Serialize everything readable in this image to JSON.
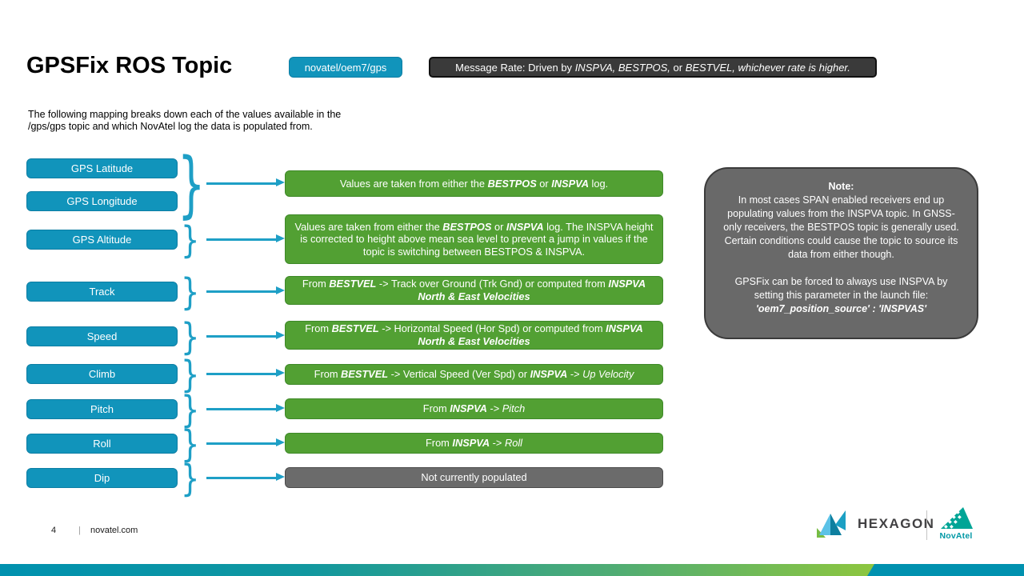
{
  "colors": {
    "teal": "#1194BB",
    "teal_border": "#0D7EA4",
    "accent": "#1E9FC6",
    "green": "#52A033",
    "green_border": "#3E8928",
    "gray": "#6B6B6B",
    "note_bg": "#696969",
    "note_border": "#3B3B3B",
    "badge_dark": "#3A3A3A",
    "bar_teal": "#0091AF",
    "bar_green": "#8DC63F",
    "hexagon_text": "#414042",
    "novatel_teal": "#0098A5"
  },
  "icons": {
    "brace": "}"
  },
  "header": {
    "title": "GPSFix ROS Topic",
    "topic_badge": "novatel/oem7/gps",
    "rate_badge": [
      {
        "t": "Message Rate: Driven by "
      },
      {
        "t": "INSPVA, BESTPOS,",
        "i": true
      },
      {
        "t": " or "
      },
      {
        "t": "BESTVEL,",
        "i": true
      },
      {
        "t": " "
      },
      {
        "t": "whichever rate is higher.",
        "i": true
      }
    ]
  },
  "intro": "The following mapping breaks down each of the values available in the /gps/gps topic and which NovAtel log the data is populated from.",
  "buttons": [
    "GPS Latitude",
    "GPS Longitude",
    "GPS Altitude",
    "Track",
    "Speed",
    "Climb",
    "Pitch",
    "Roll",
    "Dip"
  ],
  "boxes": [
    {
      "style": "green",
      "rich": [
        {
          "t": "Values are taken from either the "
        },
        {
          "t": "BESTPOS",
          "bi": true
        },
        {
          "t": " or "
        },
        {
          "t": "INSPVA",
          "bi": true
        },
        {
          "t": " log."
        }
      ]
    },
    {
      "style": "green",
      "rich": [
        {
          "t": "Values are taken from either the "
        },
        {
          "t": "BESTPOS",
          "bi": true
        },
        {
          "t": " or "
        },
        {
          "t": "INSPVA",
          "bi": true
        },
        {
          "t": " log. The INSPVA height is corrected to height above mean sea level to prevent a jump in values if the topic is switching between BESTPOS & INSPVA."
        }
      ]
    },
    {
      "style": "green",
      "rich": [
        {
          "t": "From "
        },
        {
          "t": "BESTVEL",
          "bi": true
        },
        {
          "t": " -> Track over Ground (Trk Gnd) or computed from "
        },
        {
          "t": "INSPVA North & East Velocities",
          "bi": true
        }
      ]
    },
    {
      "style": "green",
      "rich": [
        {
          "t": "From "
        },
        {
          "t": "BESTVEL",
          "bi": true
        },
        {
          "t": " -> Horizontal Speed (Hor Spd) or computed from "
        },
        {
          "t": "INSPVA North & East Velocities",
          "bi": true
        }
      ]
    },
    {
      "style": "green",
      "rich": [
        {
          "t": "From "
        },
        {
          "t": "BESTVEL",
          "bi": true
        },
        {
          "t": " -> Vertical Speed (Ver Spd) or "
        },
        {
          "t": "INSPVA",
          "bi": true
        },
        {
          "t": " -> "
        },
        {
          "t": "Up Velocity",
          "i": true
        }
      ]
    },
    {
      "style": "green",
      "rich": [
        {
          "t": "From "
        },
        {
          "t": "INSPVA",
          "bi": true
        },
        {
          "t": " -> "
        },
        {
          "t": "Pitch",
          "i": true
        }
      ]
    },
    {
      "style": "green",
      "rich": [
        {
          "t": "From "
        },
        {
          "t": "INSPVA",
          "bi": true
        },
        {
          "t": " -> "
        },
        {
          "t": "Roll",
          "i": true
        }
      ]
    },
    {
      "style": "gray",
      "rich": [
        {
          "t": "Not currently populated"
        }
      ]
    }
  ],
  "note": {
    "heading": "Note:",
    "para1": "In most cases SPAN enabled receivers end up populating values from the INSPVA topic. In GNSS-only receivers, the BESTPOS topic is generally used. Certain conditions could cause the topic to source its data from either though.",
    "para2": "GPSFix can be forced to always use INSPVA by setting this parameter in the launch file:",
    "code": "'oem7_position_source' : 'INSPVAS'"
  },
  "footer": {
    "page": "4",
    "separator": "|",
    "site": "novatel.com",
    "hexagon": "HEXAGON",
    "novatel": "NovAtel"
  }
}
